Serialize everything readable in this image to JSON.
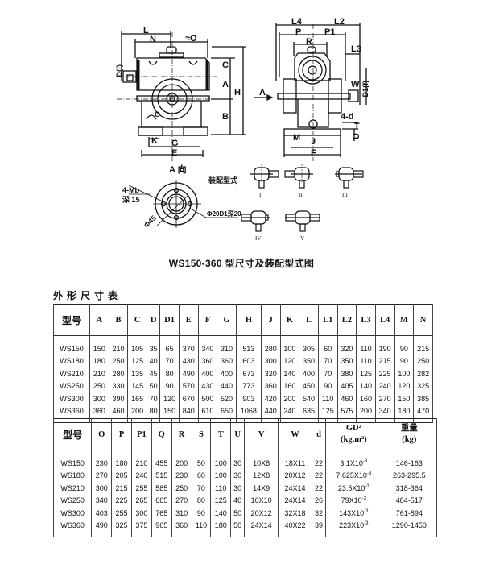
{
  "drawing": {
    "front_view_labels": [
      "L",
      "N",
      "≈O",
      "C",
      "A",
      "H",
      "B",
      "D(f)",
      "K",
      "G",
      "E",
      "O"
    ],
    "side_view_labels": [
      "L4",
      "L2",
      "P",
      "P1",
      "R",
      "L3",
      "W",
      "D1(f)",
      "A",
      "4-d",
      "T",
      "U",
      "M",
      "J",
      "F"
    ],
    "a_view": {
      "title": "A 向",
      "label_bolts": "4-Mb",
      "label_depth": "深 15",
      "label_diameter": "Φ45",
      "label_hole": "Φ20D1深20"
    },
    "assembly": {
      "title": "装配型式",
      "types": [
        "I",
        "II",
        "III",
        "IV",
        "V"
      ]
    },
    "caption": "WS150-360 型尺寸及装配型式图"
  },
  "section_title": "外形尺寸表",
  "table1": {
    "headers": [
      "型号",
      "A",
      "B",
      "C",
      "D",
      "D1",
      "E",
      "F",
      "G",
      "H",
      "J",
      "K",
      "L",
      "L1",
      "L2",
      "L3",
      "L4",
      "M",
      "N"
    ],
    "rows": [
      [
        "WS150",
        "150",
        "210",
        "105",
        "35",
        "65",
        "370",
        "340",
        "310",
        "513",
        "280",
        "100",
        "305",
        "60",
        "320",
        "110",
        "190",
        "90",
        "215"
      ],
      [
        "WS180",
        "180",
        "250",
        "125",
        "40",
        "70",
        "430",
        "360",
        "360",
        "603",
        "300",
        "120",
        "350",
        "70",
        "350",
        "110",
        "215",
        "90",
        "250"
      ],
      [
        "WS210",
        "210",
        "280",
        "135",
        "45",
        "80",
        "490",
        "400",
        "400",
        "673",
        "320",
        "140",
        "400",
        "70",
        "380",
        "125",
        "225",
        "100",
        "282"
      ],
      [
        "WS250",
        "250",
        "330",
        "145",
        "50",
        "90",
        "570",
        "430",
        "440",
        "773",
        "360",
        "160",
        "450",
        "90",
        "405",
        "140",
        "240",
        "120",
        "325"
      ],
      [
        "WS300",
        "300",
        "390",
        "165",
        "70",
        "120",
        "670",
        "500",
        "520",
        "903",
        "420",
        "200",
        "540",
        "110",
        "460",
        "160",
        "270",
        "150",
        "385"
      ],
      [
        "WS360",
        "360",
        "460",
        "200",
        "80",
        "150",
        "840",
        "610",
        "650",
        "1068",
        "440",
        "240",
        "635",
        "125",
        "575",
        "200",
        "340",
        "180",
        "470"
      ]
    ]
  },
  "table2": {
    "headers": [
      "型号",
      "O",
      "P",
      "P1",
      "Q",
      "R",
      "S",
      "T",
      "U",
      "V",
      "W",
      "d"
    ],
    "gd2_header": {
      "line1": "GD²",
      "line2": "(kg.m²)"
    },
    "weight_header": {
      "line1": "重量",
      "line2": "(kg)"
    },
    "rows": [
      {
        "cells": [
          "WS150",
          "230",
          "180",
          "210",
          "455",
          "200",
          "50",
          "100",
          "30",
          "10X8",
          "18X11",
          "22"
        ],
        "gd2": "3.1X10",
        "exp": "-3",
        "weight": "146-163"
      },
      {
        "cells": [
          "WS180",
          "270",
          "205",
          "240",
          "515",
          "230",
          "60",
          "100",
          "30",
          "12X8",
          "20X12",
          "22"
        ],
        "gd2": "7.625X10",
        "exp": "-3",
        "weight": "263-295.5"
      },
      {
        "cells": [
          "WS210",
          "300",
          "215",
          "255",
          "585",
          "250",
          "70",
          "110",
          "30",
          "14X9",
          "24X14",
          "22"
        ],
        "gd2": "23.5X10",
        "exp": "-3",
        "weight": "318-364"
      },
      {
        "cells": [
          "WS250",
          "340",
          "225",
          "265",
          "665",
          "270",
          "80",
          "125",
          "40",
          "16X10",
          "24X14",
          "26"
        ],
        "gd2": "79X10",
        "exp": "-3",
        "weight": "484-517"
      },
      {
        "cells": [
          "WS300",
          "403",
          "255",
          "300",
          "765",
          "310",
          "90",
          "140",
          "50",
          "20X12",
          "32X18",
          "32"
        ],
        "gd2": "143X10",
        "exp": "-3",
        "weight": "761-894"
      },
      {
        "cells": [
          "WS360",
          "490",
          "325",
          "375",
          "965",
          "360",
          "110",
          "180",
          "50",
          "24X14",
          "40X22",
          "39"
        ],
        "gd2": "223X10",
        "exp": "-3",
        "weight": "1290-1450"
      }
    ]
  }
}
